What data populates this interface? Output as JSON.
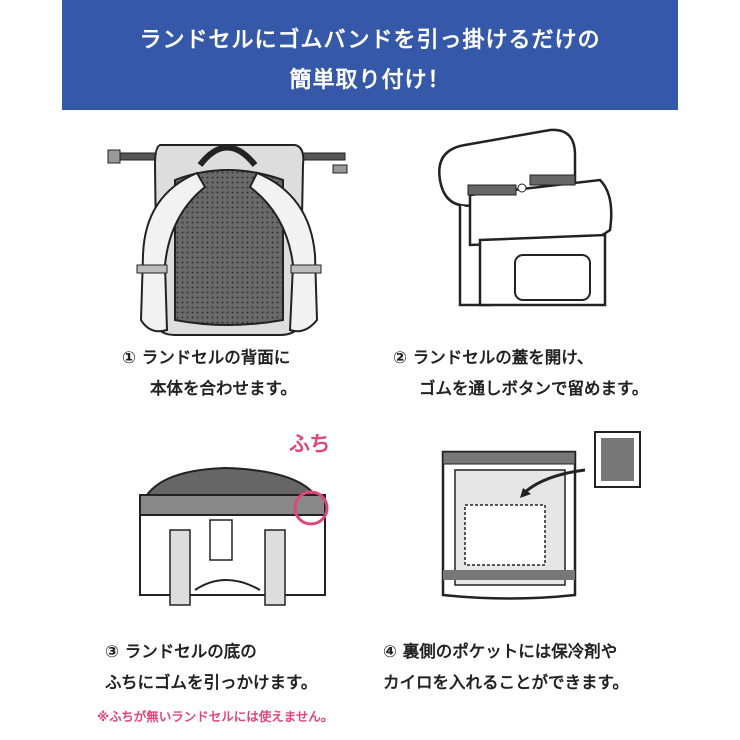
{
  "banner": {
    "line1": "ランドセルにゴムバンドを引っ掛けるだけの",
    "line2": "簡単取り付け！",
    "color": "#3559a8"
  },
  "steps": [
    {
      "line1": "① ランドセルの背面に",
      "line2": "本体を合わせます。"
    },
    {
      "line1": "② ランドセルの蓋を開け、",
      "line2": "ゴムを通しボタンで留めます。"
    },
    {
      "line1": "③ ランドセルの底の",
      "line2": "ふちにゴムを引っかけます。"
    },
    {
      "line1": "④ 裏側のポケットには保冷剤や",
      "line2": "カイロを入れることができます。"
    }
  ],
  "fuchi_label": "ふち",
  "note": "※ふちが無いランドセルには使えません。",
  "accent_pink": "#e0457b"
}
